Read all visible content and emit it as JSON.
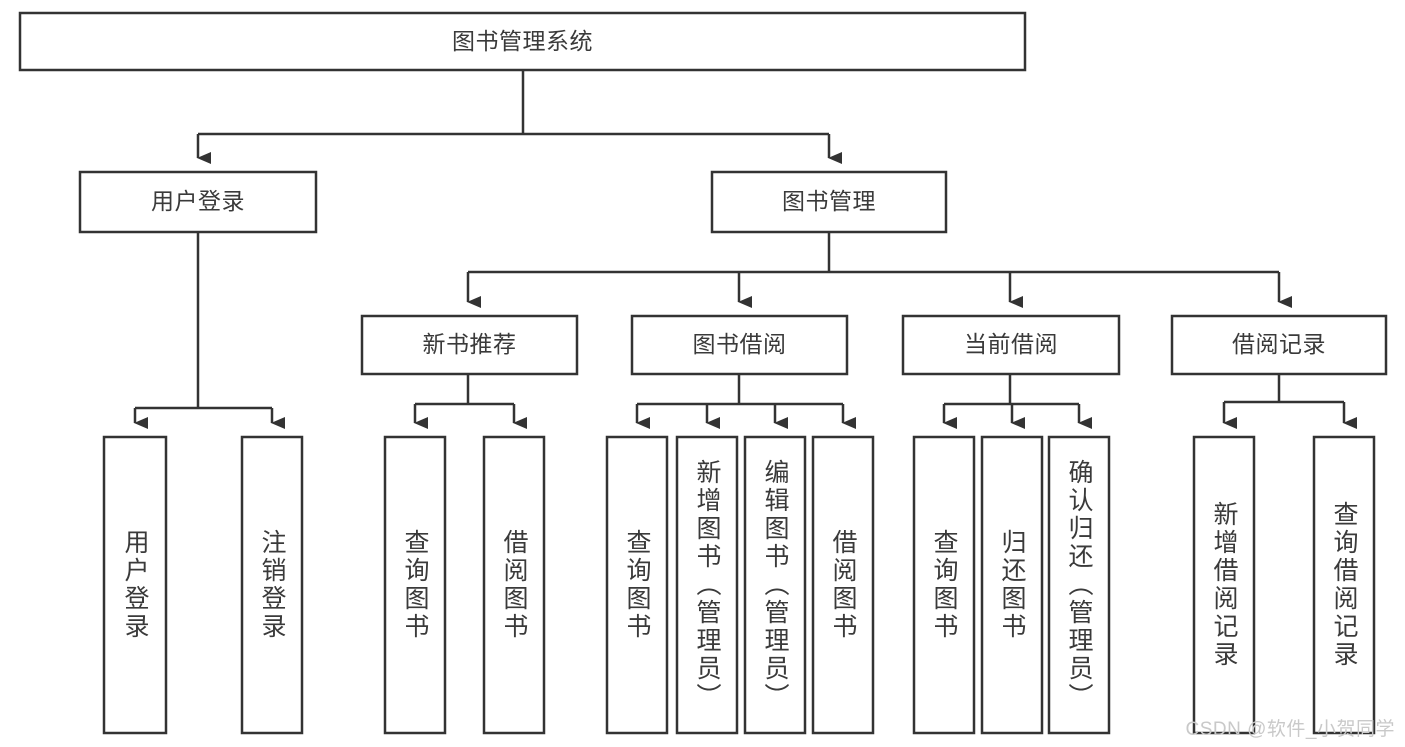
{
  "diagram": {
    "type": "tree-hierarchy-chart",
    "title_node": {
      "id": "root",
      "label": "图书管理系统",
      "orientation": "horizontal"
    },
    "level1": [
      {
        "id": "user-login",
        "label": "用户登录",
        "orientation": "horizontal"
      },
      {
        "id": "book-management",
        "label": "图书管理",
        "orientation": "horizontal"
      }
    ],
    "level2": [
      {
        "id": "new-book-recommend",
        "label": "新书推荐",
        "orientation": "horizontal",
        "parent": "book-management"
      },
      {
        "id": "book-borrow",
        "label": "图书借阅",
        "orientation": "horizontal",
        "parent": "book-management"
      },
      {
        "id": "current-borrow",
        "label": "当前借阅",
        "orientation": "horizontal",
        "parent": "book-management"
      },
      {
        "id": "borrow-record",
        "label": "借阅记录",
        "orientation": "horizontal",
        "parent": "book-management"
      }
    ],
    "leaves": [
      {
        "id": "leaf-user-login",
        "label": "用户登录",
        "orientation": "vertical",
        "parent": "user-login"
      },
      {
        "id": "leaf-logout-login",
        "label": "注销登录",
        "orientation": "vertical",
        "parent": "user-login"
      },
      {
        "id": "leaf-query-book-1",
        "label": "查询图书",
        "orientation": "vertical",
        "parent": "new-book-recommend"
      },
      {
        "id": "leaf-borrow-book-1",
        "label": "借阅图书",
        "orientation": "vertical",
        "parent": "new-book-recommend"
      },
      {
        "id": "leaf-query-book-2",
        "label": "查询图书",
        "orientation": "vertical",
        "parent": "book-borrow"
      },
      {
        "id": "leaf-add-book-admin",
        "label": "新增图书（管理员）",
        "orientation": "vertical",
        "parent": "book-borrow"
      },
      {
        "id": "leaf-edit-book-admin",
        "label": "编辑图书（管理员）",
        "orientation": "vertical",
        "parent": "book-borrow"
      },
      {
        "id": "leaf-borrow-book-2",
        "label": "借阅图书",
        "orientation": "vertical",
        "parent": "book-borrow"
      },
      {
        "id": "leaf-query-book-3",
        "label": "查询图书",
        "orientation": "vertical",
        "parent": "current-borrow"
      },
      {
        "id": "leaf-return-book",
        "label": "归还图书",
        "orientation": "vertical",
        "parent": "current-borrow"
      },
      {
        "id": "leaf-confirm-return-admin",
        "label": "确认归还（管理员）",
        "orientation": "vertical",
        "parent": "current-borrow"
      },
      {
        "id": "leaf-add-borrow-record",
        "label": "新增借阅记录",
        "orientation": "vertical",
        "parent": "borrow-record"
      },
      {
        "id": "leaf-query-borrow-record",
        "label": "查询借阅记录",
        "orientation": "vertical",
        "parent": "borrow-record"
      }
    ],
    "colors": {
      "stroke": "#333333",
      "box_fill": "#ffffff",
      "text": "#3a3a3a",
      "background": "#ffffff",
      "watermark": "#c9c9c9"
    }
  },
  "watermark": {
    "text": "CSDN @软件_小贺同学"
  }
}
